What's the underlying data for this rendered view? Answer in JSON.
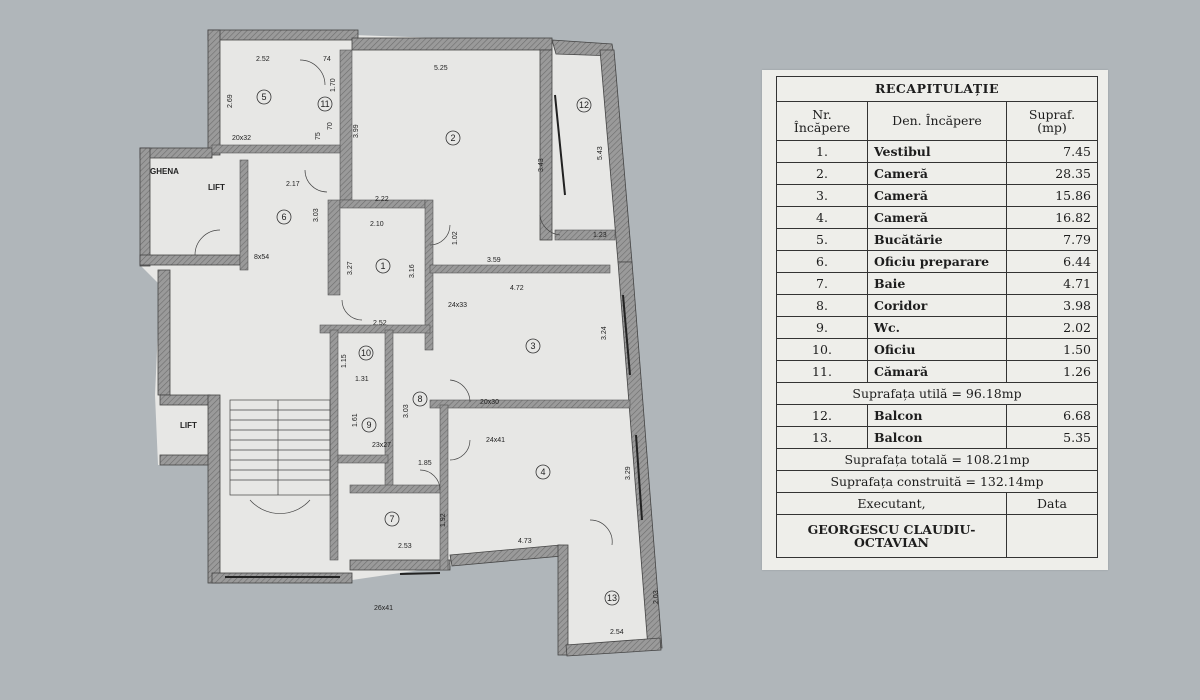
{
  "floor_plan": {
    "labels": {
      "ghena": "GHENA",
      "lift_top": "LIFT",
      "lift_bottom": "LIFT"
    },
    "room_numbers": [
      "1",
      "2",
      "3",
      "4",
      "5",
      "6",
      "7",
      "8",
      "9",
      "10",
      "11",
      "12",
      "13"
    ],
    "dimensions": [
      "2.52",
      "74",
      "1.70",
      "2.69",
      "5.25",
      "3.99",
      "3.43",
      "5.43",
      "1.23",
      "2.17",
      "3.03",
      "2.22",
      "2.10",
      "3.27",
      "3.16",
      "1.02",
      "3.59",
      "4.72",
      "3.24",
      "2.52",
      "1.15",
      "1.31",
      "1.61",
      "3.03",
      "1.85",
      "3.29",
      "4.73",
      "2.53",
      "1.92",
      "2.54",
      "2.03",
      "20x32",
      "8x54",
      "24x33",
      "20x30",
      "24x41",
      "23x27",
      "26x41",
      "75",
      "70"
    ]
  },
  "recap": {
    "title": "RECAPITULAȚIE",
    "headers": {
      "nr": "Nr. Încăpere",
      "name": "Den. Încăpere",
      "area": "Supraf. (mp)"
    },
    "rooms": [
      {
        "nr": "1.",
        "name": "Vestibul",
        "area": "7.45"
      },
      {
        "nr": "2.",
        "name": "Cameră",
        "area": "28.35"
      },
      {
        "nr": "3.",
        "name": "Cameră",
        "area": "15.86"
      },
      {
        "nr": "4.",
        "name": "Cameră",
        "area": "16.82"
      },
      {
        "nr": "5.",
        "name": "Bucătărie",
        "area": "7.79"
      },
      {
        "nr": "6.",
        "name": "Oficiu preparare",
        "area": "6.44"
      },
      {
        "nr": "7.",
        "name": "Baie",
        "area": "4.71"
      },
      {
        "nr": "8.",
        "name": "Coridor",
        "area": "3.98"
      },
      {
        "nr": "9.",
        "name": "Wc.",
        "area": "2.02"
      },
      {
        "nr": "10.",
        "name": "Oficiu",
        "area": "1.50"
      },
      {
        "nr": "11.",
        "name": "Cămară",
        "area": "1.26"
      }
    ],
    "useful_area": "Suprafața utilă =  96.18mp",
    "balconies": [
      {
        "nr": "12.",
        "name": "Balcon",
        "area": "6.68"
      },
      {
        "nr": "13.",
        "name": "Balcon",
        "area": "5.35"
      }
    ],
    "total_area": "Suprafața totală =  108.21mp",
    "built_area": "Suprafața construită = 132.14mp",
    "executant_label": "Executant,",
    "date_label": "Data",
    "executant_name": "GEORGESCU CLAUDIU-OCTAVIAN"
  },
  "colors": {
    "background": "#b0b6ba",
    "wall": "#8c8c8c",
    "paper": "#eeeeea"
  }
}
